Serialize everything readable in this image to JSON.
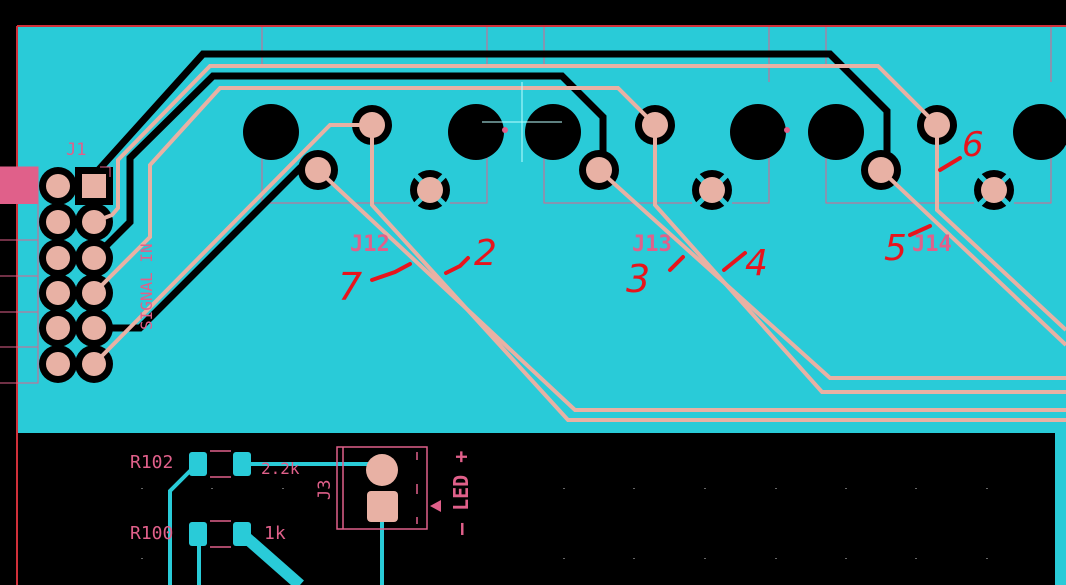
{
  "colors": {
    "board": "#29cbd8",
    "copper_back": "#000000",
    "copper_front": "#e8b1a4",
    "silk": "#e0608a",
    "edge": "#d0303a",
    "annotation": "#e8141c"
  },
  "connectors": {
    "j1": "J1",
    "j12": "J12",
    "j13": "J13",
    "j14": "J14",
    "j3": "J3"
  },
  "silkscreen": {
    "signal_in": "SIGNAL IN",
    "led": "– LED +"
  },
  "resistors": [
    {
      "ref": "R102",
      "value": "2.2k"
    },
    {
      "ref": "R100",
      "value": "1k"
    }
  ],
  "annotations": [
    "7",
    "2",
    "3",
    "4",
    "5",
    "6"
  ]
}
